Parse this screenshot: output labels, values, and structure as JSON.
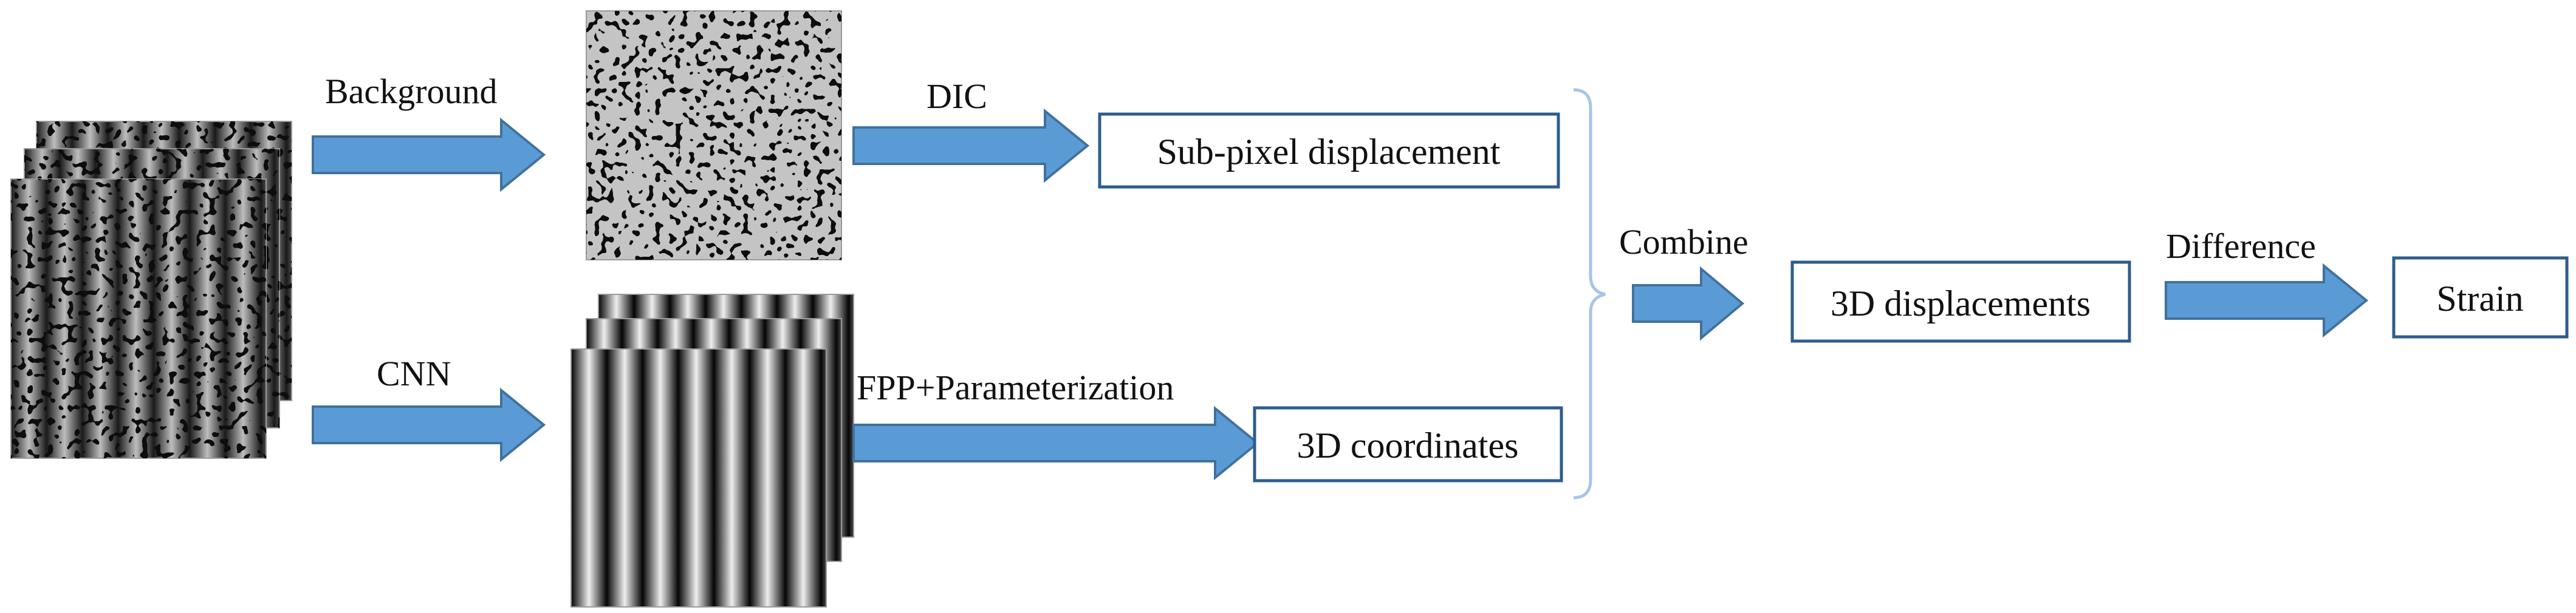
{
  "labels": {
    "background": "Background",
    "dic": "DIC",
    "cnn": "CNN",
    "fpp": "FPP+Parameterization",
    "combine": "Combine",
    "difference": "Difference"
  },
  "boxes": {
    "subpixel": "Sub-pixel displacement",
    "coords3d": "3D coordinates",
    "displacements3d": "3D displacements",
    "strain": "Strain"
  },
  "colors": {
    "arrow_fill": "#5b9bd5",
    "arrow_stroke": "#41719c",
    "box_stroke": "#2e5d8c",
    "bracket": "#a9c4e6"
  }
}
